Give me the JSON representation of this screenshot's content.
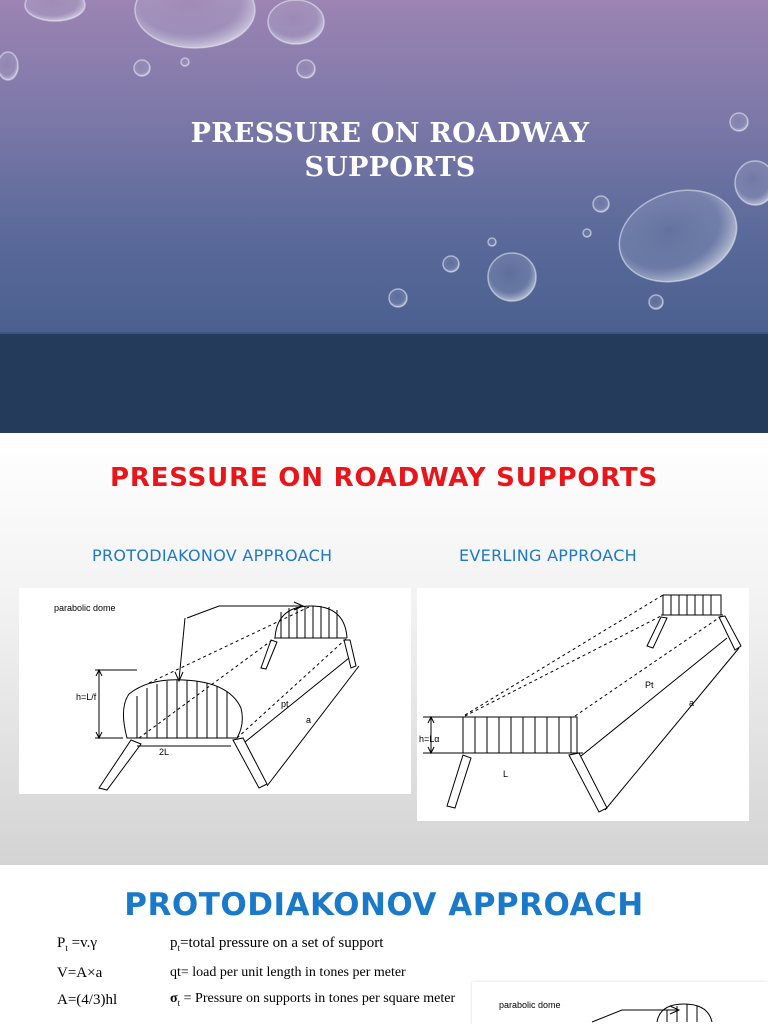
{
  "slide1": {
    "title": "PRESSURE ON ROADWAY SUPPORTS",
    "colors": {
      "top": "#8a7fb0",
      "band": "#243b5c",
      "title": "#ffffff"
    }
  },
  "slide2": {
    "title": "PRESSURE ON ROADWAY SUPPORTS",
    "left_heading": "PROTODIAKONOV APPROACH",
    "right_heading": "EVERLING APPROACH",
    "left_diagram_labels": {
      "dome": "parabolic dome",
      "height": "h=L/f",
      "width": "2L",
      "force": "pt",
      "distance": "a"
    },
    "right_diagram_labels": {
      "height": "h=Lα",
      "width": "L",
      "force": "Pt",
      "distance": "a"
    },
    "colors": {
      "title": "#e8151b",
      "headings": "#1f78c8"
    }
  },
  "slide3": {
    "title": "PROTODIAKONOV APPROACH",
    "equations": [
      {
        "main": "P",
        "sub": "t",
        "rest": " =v.γ"
      },
      {
        "main": "V=A×a",
        "sub": "",
        "rest": ""
      },
      {
        "main": "A=(4/3)hl",
        "sub": "",
        "rest": ""
      }
    ],
    "definitions": [
      {
        "main": "p",
        "sub": "t",
        "rest": "=total pressure on a set of support"
      },
      {
        "main": "qt= load per unit length in tones per meter",
        "sub": "",
        "rest": ""
      },
      {
        "main": "σ",
        "sub": "t",
        "rest": " = Pressure on supports in tones per square meter"
      }
    ],
    "mini_diagram_label": "parabolic dome",
    "colors": {
      "title": "#1a7ac9"
    }
  }
}
